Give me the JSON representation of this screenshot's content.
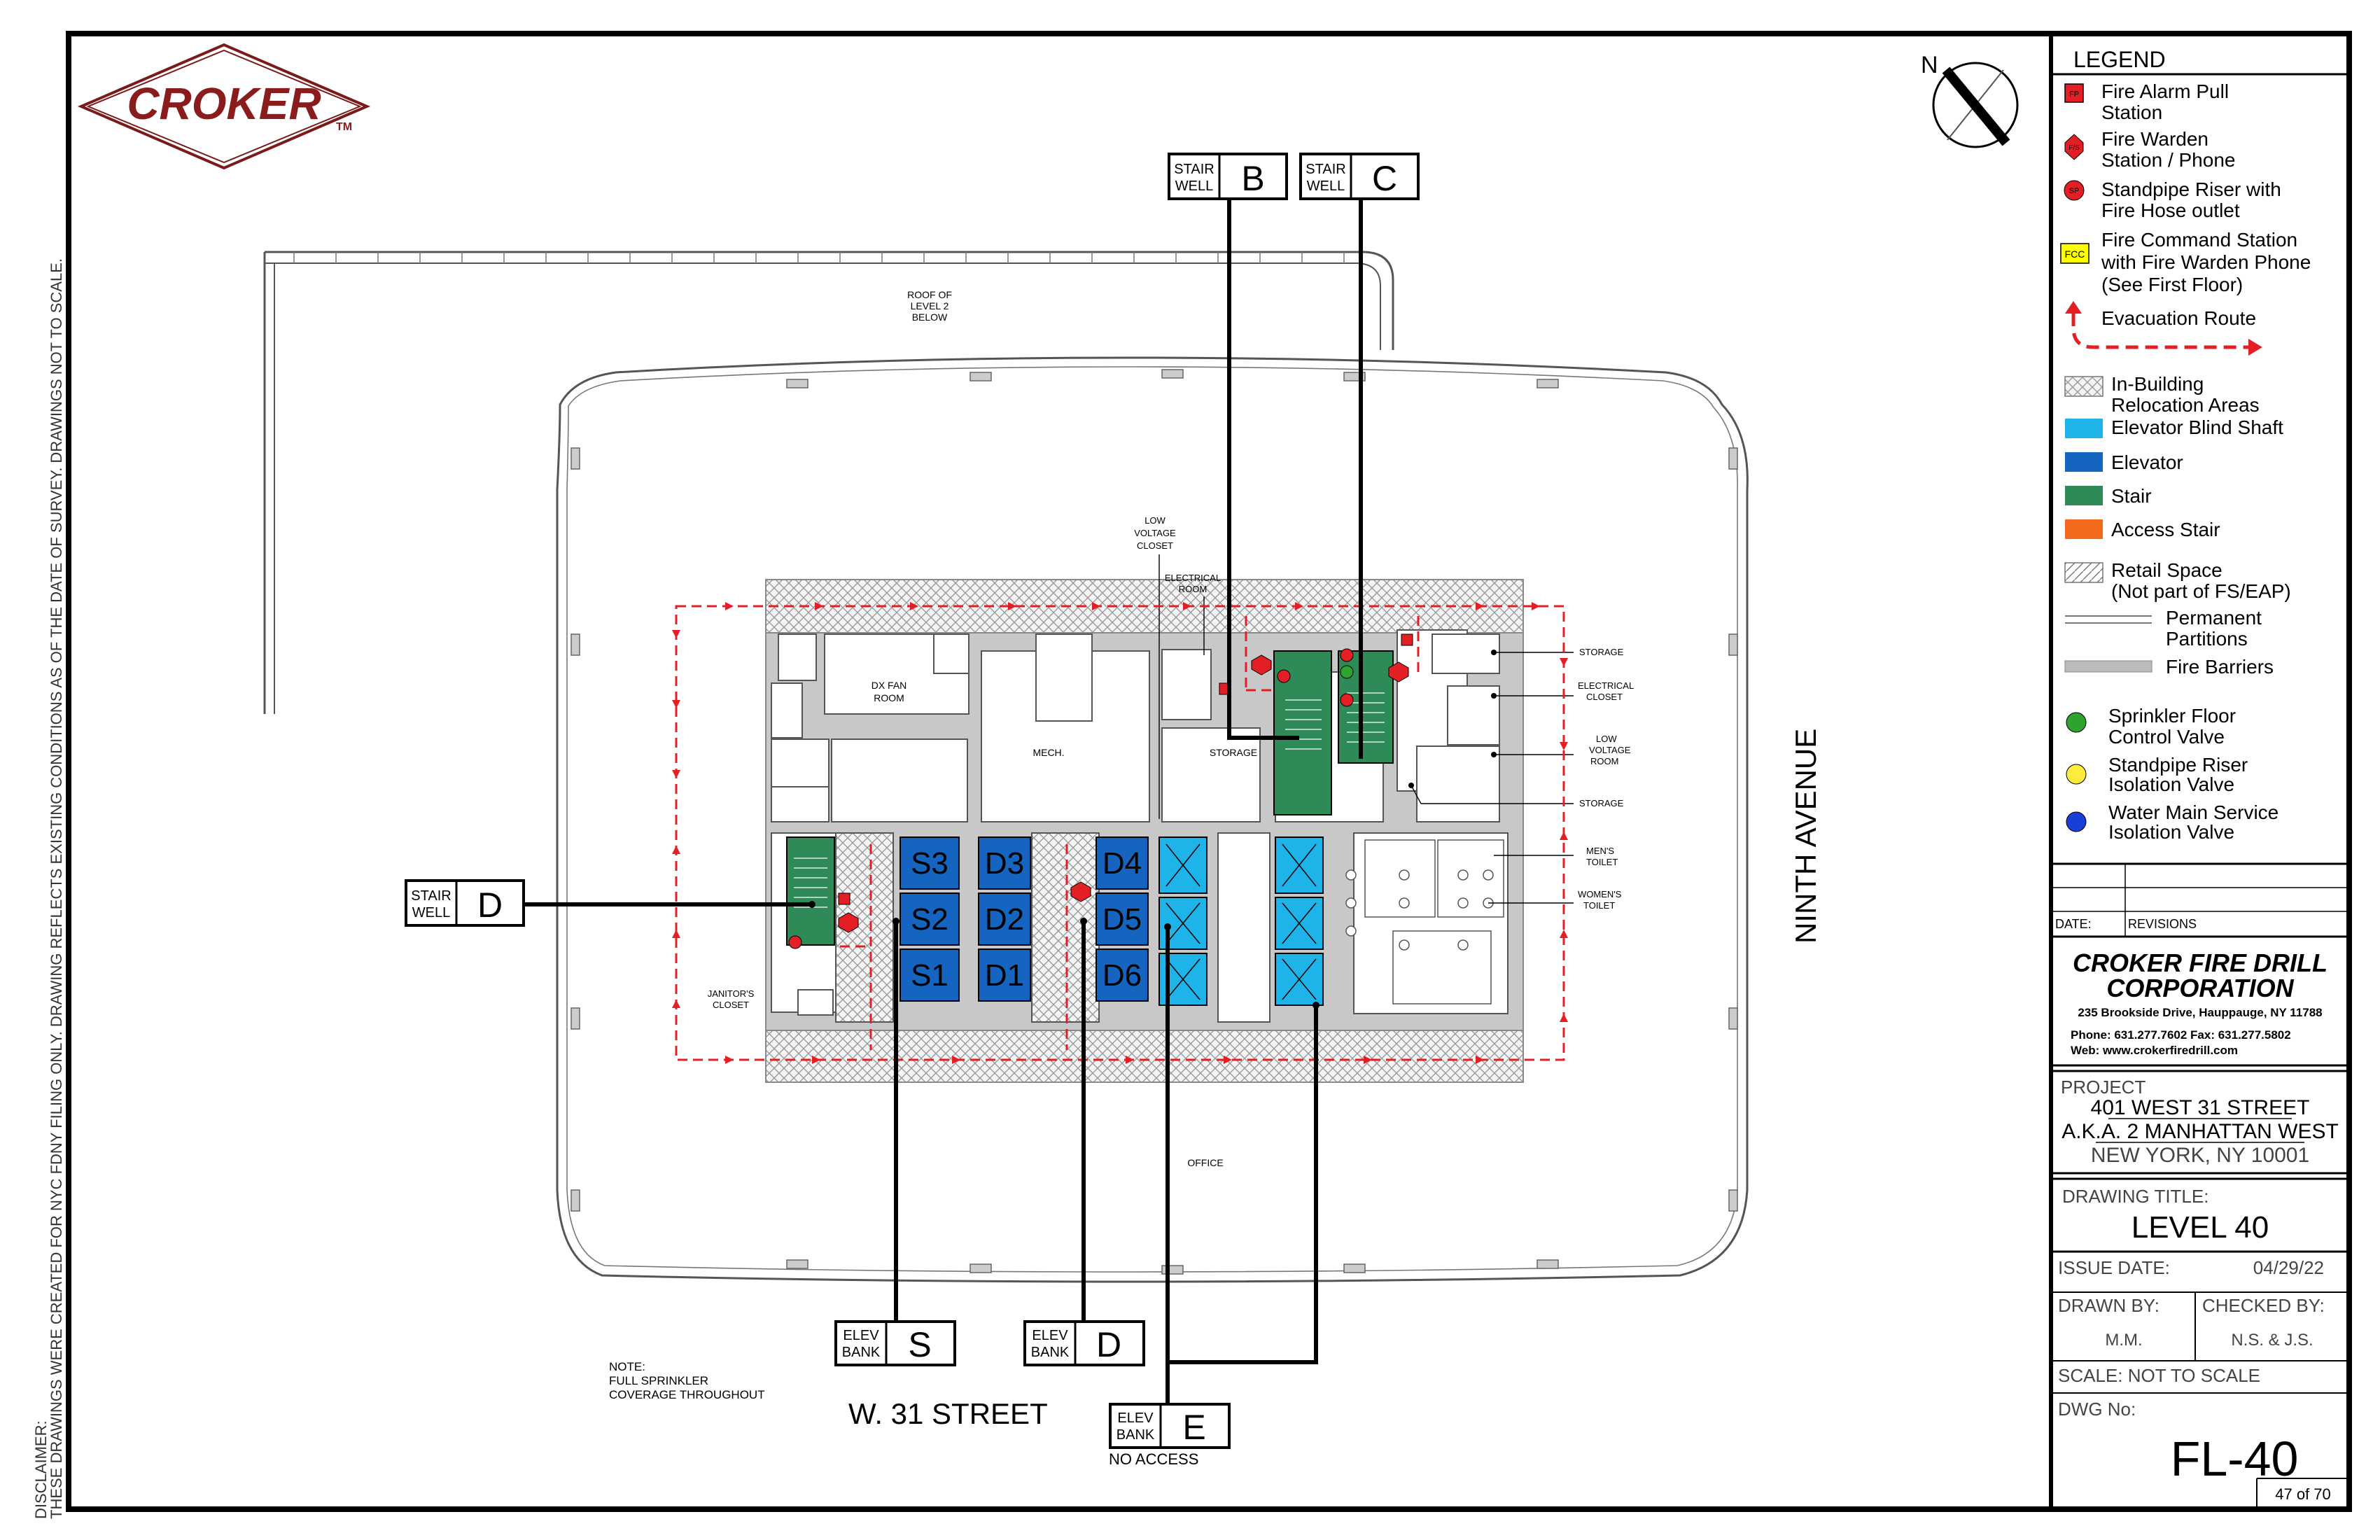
{
  "logo": {
    "text": "CROKER",
    "tm": "TM"
  },
  "disclaimer": {
    "line1": "DISCLAIMER:",
    "line2": "THESE DRAWINGS WERE CREATED FOR NYC FDNY FILING ONLY. DRAWING REFLECTS EXISTING CONDITIONS AS OF THE DATE OF SURVEY. DRAWINGS NOT TO SCALE."
  },
  "compass": {
    "label": "N"
  },
  "callouts": {
    "stairB": {
      "label1": "STAIR",
      "label2": "WELL",
      "letter": "B"
    },
    "stairC": {
      "label1": "STAIR",
      "label2": "WELL",
      "letter": "C"
    },
    "stairD": {
      "label1": "STAIR",
      "label2": "WELL",
      "letter": "D"
    },
    "elevS": {
      "label1": "ELEV",
      "label2": "BANK",
      "letter": "S"
    },
    "elevD": {
      "label1": "ELEV",
      "label2": "BANK",
      "letter": "D"
    },
    "elevE": {
      "label1": "ELEV",
      "label2": "BANK",
      "letter": "E",
      "note": "NO ACCESS"
    }
  },
  "plan": {
    "roof_line1": "ROOF OF",
    "roof_line2": "LEVEL 2",
    "roof_line3": "BELOW",
    "dx_fan1": "DX FAN",
    "dx_fan2": "ROOM",
    "mech": "MECH.",
    "storage_center": "STORAGE",
    "low_voltage_top1": "LOW",
    "low_voltage_top2": "VOLTAGE",
    "low_voltage_top3": "CLOSET",
    "electrical_room1": "ELECTRICAL",
    "electrical_room2": "ROOM",
    "right_storage1": "STORAGE",
    "right_electrical1": "ELECTRICAL",
    "right_electrical2": "CLOSET",
    "right_lowv1": "LOW",
    "right_lowv2": "VOLTAGE",
    "right_lowv3": "ROOM",
    "right_storage2": "STORAGE",
    "mens1": "MEN'S",
    "mens2": "TOILET",
    "womens1": "WOMEN'S",
    "womens2": "TOILET",
    "janitor1": "JANITOR'S",
    "janitor2": "CLOSET",
    "office": "OFFICE",
    "elevators": [
      "S3",
      "S2",
      "S1",
      "D3",
      "D2",
      "D1",
      "D4",
      "D5",
      "D6"
    ]
  },
  "streets": {
    "south": "W. 31 STREET",
    "east": "NINTH AVENUE"
  },
  "note": {
    "line1": "NOTE:",
    "line2": "FULL SPRINKLER",
    "line3": "COVERAGE THROUGHOUT"
  },
  "legend": {
    "title": "LEGEND",
    "items": [
      {
        "icon": "FP",
        "line1": "Fire Alarm Pull",
        "line2": "Station"
      },
      {
        "icon": "F/S",
        "line1": "Fire Warden",
        "line2": "Station / Phone"
      },
      {
        "icon": "SP",
        "line1": "Standpipe Riser with",
        "line2": "Fire Hose outlet"
      },
      {
        "icon": "FCC",
        "line1": "Fire Command Station",
        "line2": "with Fire Warden Phone",
        "line3": "(See First Floor)"
      },
      {
        "line1": "Evacuation  Route"
      },
      {
        "line1": "In-Building",
        "line2": "Relocation Areas"
      },
      {
        "line1": "Elevator Blind Shaft"
      },
      {
        "line1": "Elevator"
      },
      {
        "line1": "Stair"
      },
      {
        "line1": "Access Stair"
      },
      {
        "line1": "Retail Space",
        "line2": "(Not part of FS/EAP)"
      },
      {
        "line1": "Permanent",
        "line2": "Partitions"
      },
      {
        "line1": "Fire Barriers"
      },
      {
        "line1": "Sprinkler Floor",
        "line2": "Control Valve"
      },
      {
        "line1": "Standpipe Riser",
        "line2": "Isolation Valve"
      },
      {
        "line1": "Water Main Service",
        "line2": "Isolation Valve"
      }
    ],
    "colors": {
      "elevator_blind": "#1eb4ea",
      "elevator": "#1565c0",
      "stair": "#2e8b57",
      "access_stair": "#f26a1b",
      "evacuation": "#e31e24",
      "fcc": "#ffff00"
    }
  },
  "titleblock": {
    "date_label": "DATE:",
    "revisions_label": "REVISIONS",
    "company1": "CROKER FIRE DRILL",
    "company2": "CORPORATION",
    "address": "235 Brookside Drive, Hauppauge, NY 11788",
    "phone": "Phone: 631.277.7602  Fax: 631.277.5802",
    "web": "Web: www.crokerfiredrill.com",
    "project_label": "PROJECT",
    "project1": "401 WEST 31 STREET",
    "project2": "A.K.A. 2 MANHATTAN WEST",
    "project3": "NEW YORK, NY 10001",
    "drawing_title_label": "DRAWING TITLE:",
    "drawing_title": "LEVEL 40",
    "issue_label": "ISSUE DATE:",
    "issue_date": "04/29/22",
    "drawn_label": "DRAWN BY:",
    "drawn_value": "M.M.",
    "checked_label": "CHECKED BY:",
    "checked_value": "N.S. & J.S.",
    "scale": "SCALE: NOT TO SCALE",
    "dwg_label": "DWG No:",
    "dwg_no": "FL-40",
    "page": "47 of 70"
  }
}
